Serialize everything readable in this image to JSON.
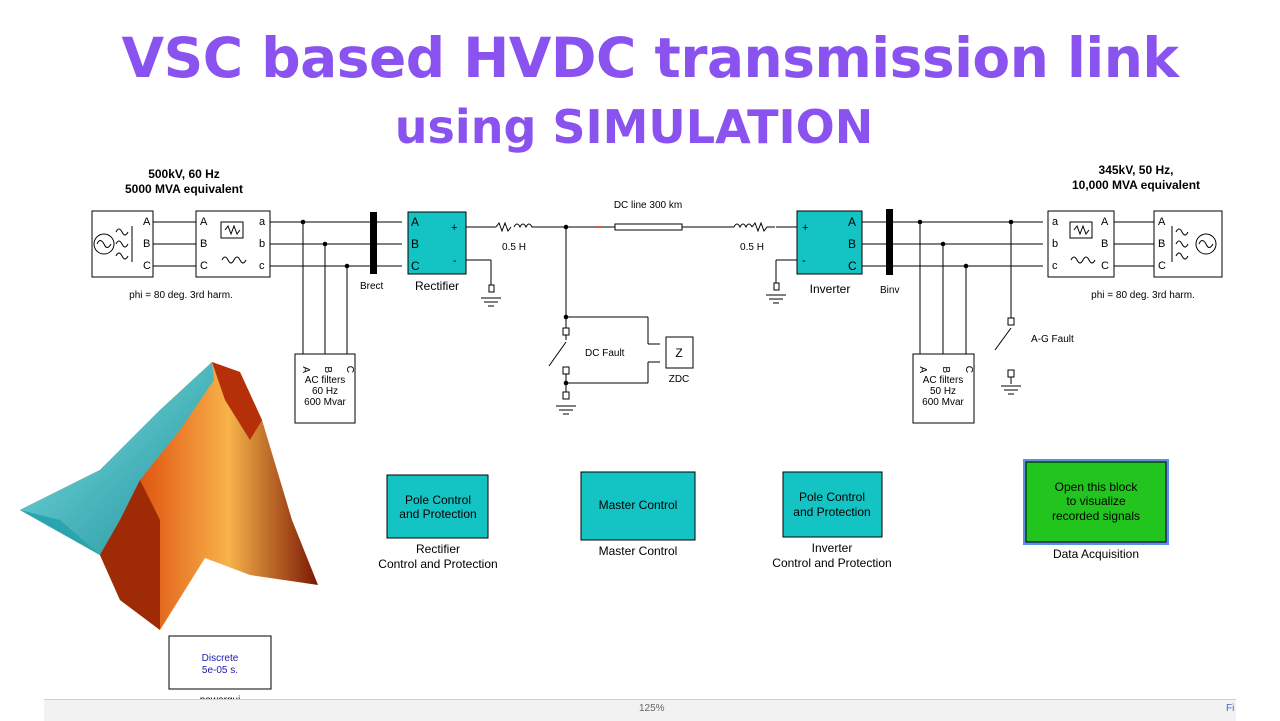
{
  "title": {
    "line1": "VSC based HVDC transmission link",
    "line2": "using SIMULATION"
  },
  "colors": {
    "title": "#8a52ee",
    "block_cyan": "#14c4c4",
    "data_acq_green": "#22c41e",
    "discrete_text": "#1a1aaa"
  },
  "source_left": {
    "spec_line1": "500kV, 60 Hz",
    "spec_line2": "5000 MVA equivalent",
    "note": "phi = 80 deg.  3rd harm.",
    "ports_out": [
      "A",
      "B",
      "C"
    ],
    "ports_in": [
      "A",
      "B",
      "C"
    ],
    "ports_out2": [
      "a",
      "b",
      "c"
    ]
  },
  "source_right": {
    "spec_line1": "345kV, 50 Hz,",
    "spec_line2": "10,000 MVA equivalent",
    "note": "phi = 80 deg.  3rd harm.",
    "ports_in": [
      "a",
      "b",
      "c"
    ],
    "ports_out": [
      "A",
      "B",
      "C"
    ],
    "ports_src": [
      "A",
      "B",
      "C"
    ]
  },
  "buses": {
    "left": "Brect",
    "right": "Binv"
  },
  "rectifier": {
    "label": "Rectifier",
    "ports_ac": [
      "A",
      "B",
      "C"
    ],
    "plus": "+",
    "minus": "-"
  },
  "inverter": {
    "label": "Inverter",
    "ports_ac": [
      "A",
      "B",
      "C"
    ],
    "plus": "+",
    "minus": "-"
  },
  "dc_line": {
    "label": "DC line 300 km",
    "left_reactor": "0.5 H",
    "right_reactor": "0.5 H"
  },
  "dc_fault": {
    "label": "DC Fault",
    "z_block": "Z",
    "z_label": "ZDC"
  },
  "ag_fault": {
    "label": "A-G Fault"
  },
  "filters_left": {
    "ports": [
      "A",
      "B",
      "C"
    ],
    "line1": "AC filters",
    "line2": "60 Hz",
    "line3": "600 Mvar"
  },
  "filters_right": {
    "ports": [
      "A",
      "B",
      "C"
    ],
    "line1": "AC filters",
    "line2": "50 Hz",
    "line3": "600 Mvar"
  },
  "control_blocks": {
    "rectifier_ctrl": {
      "line1": "Pole Control",
      "line2": "and Protection",
      "caption1": "Rectifier",
      "caption2": "Control and Protection"
    },
    "master": {
      "line1": "Master Control",
      "caption1": "Master Control"
    },
    "inverter_ctrl": {
      "line1": "Pole Control",
      "line2": "and Protection",
      "caption1": "Inverter",
      "caption2": "Control and Protection"
    },
    "data_acq": {
      "line1": "Open this block",
      "line2": "to visualize",
      "line3": "recorded signals",
      "caption1": "Data Acquisition"
    }
  },
  "powergui": {
    "line1": "Discrete",
    "line2": "5e-05 s.",
    "caption": "powergui"
  },
  "statusbar": {
    "zoom": "125%",
    "edge": "Fi"
  }
}
